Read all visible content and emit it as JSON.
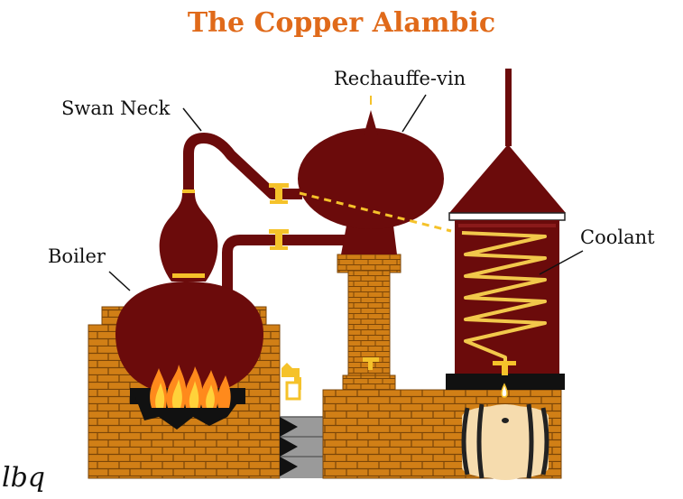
{
  "title": "The Copper Alambic",
  "labels": {
    "swan_neck": "Swan Neck",
    "rechauffe_vin": "Rechauffe-vin",
    "boiler": "Boiler",
    "coolant": "Coolant"
  },
  "signature": "lbq",
  "colors": {
    "title": "#e06a1a",
    "copper": "#6b0b0b",
    "brick": "#d17f16",
    "mortar": "#7a4508",
    "gold": "#f5c22a",
    "coil": "#f2c84b",
    "flame": "#ff8a1c",
    "stone": "#9a9a9a"
  }
}
